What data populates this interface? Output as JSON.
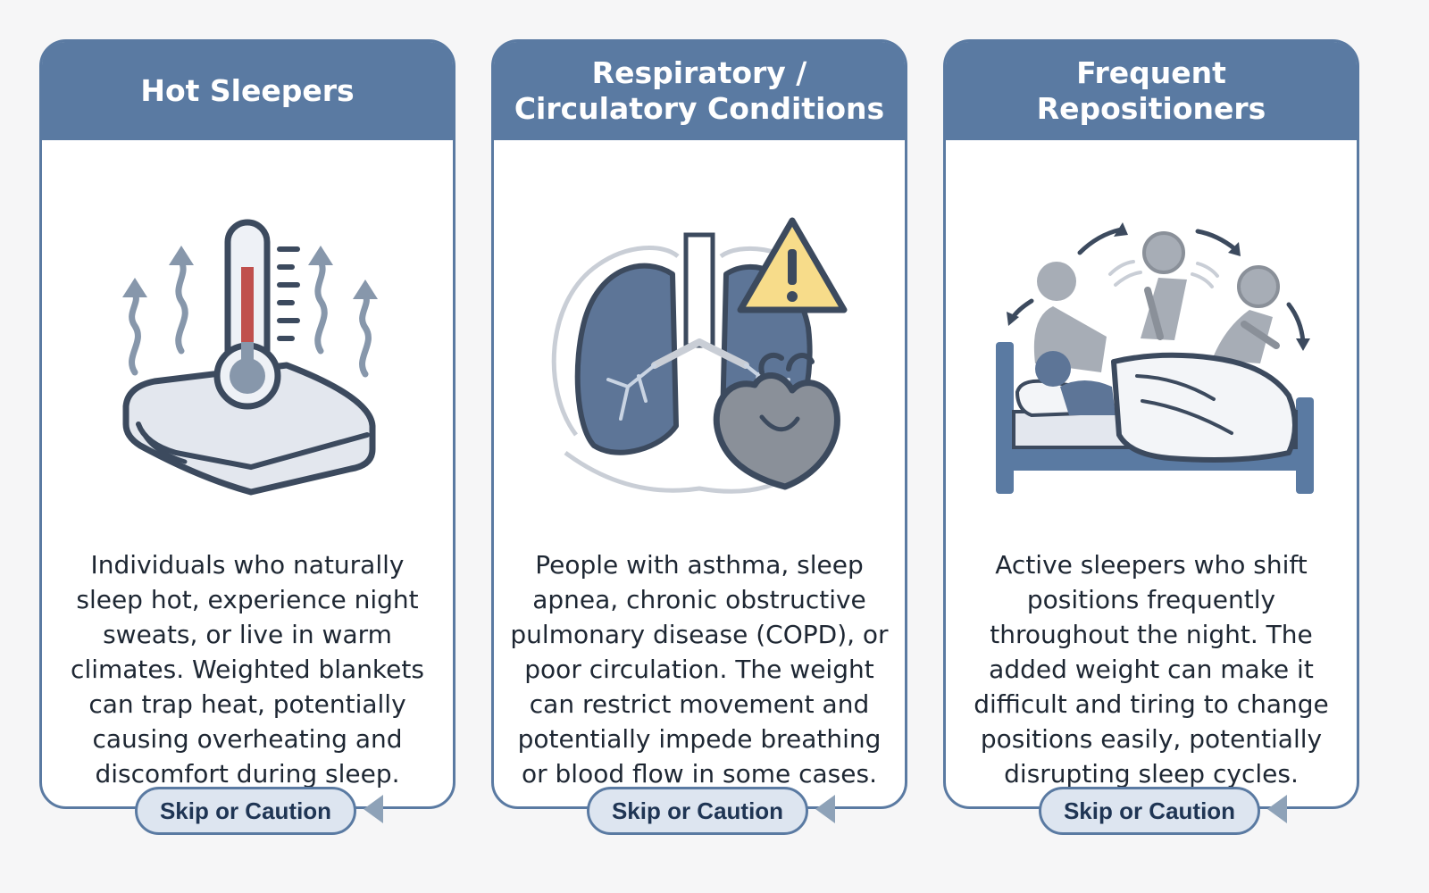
{
  "cards": [
    {
      "title": "Hot Sleepers",
      "icon": "thermometer-blanket-icon",
      "description": "Individuals who naturally sleep hot, experience night sweats, or live in warm climates. Weighted blankets can trap heat, potentially causing overheating and discomfort during sleep.",
      "badge": "Skip or Caution"
    },
    {
      "title": "Respiratory / Circulatory Conditions",
      "icon": "lungs-heart-warning-icon",
      "description": "People with asthma, sleep apnea, chronic obstructive pulmonary disease (COPD), or poor circulation. The weight can restrict movement and potentially impede breathing or blood flow in some cases.",
      "badge": "Skip or Caution"
    },
    {
      "title": "Frequent Repositioners",
      "icon": "repositioning-sleeper-icon",
      "description": "Active sleepers who shift positions frequently throughout the night. The added weight can make it difficult and tiring to change positions easily, potentially disrupting sleep cycles.",
      "badge": "Skip or Caution"
    }
  ],
  "colors": {
    "header": "#5a7aa2",
    "badge_fill": "#dde5f0",
    "thermometer_red": "#c0504d",
    "warning_yellow": "#f7dc8a"
  }
}
